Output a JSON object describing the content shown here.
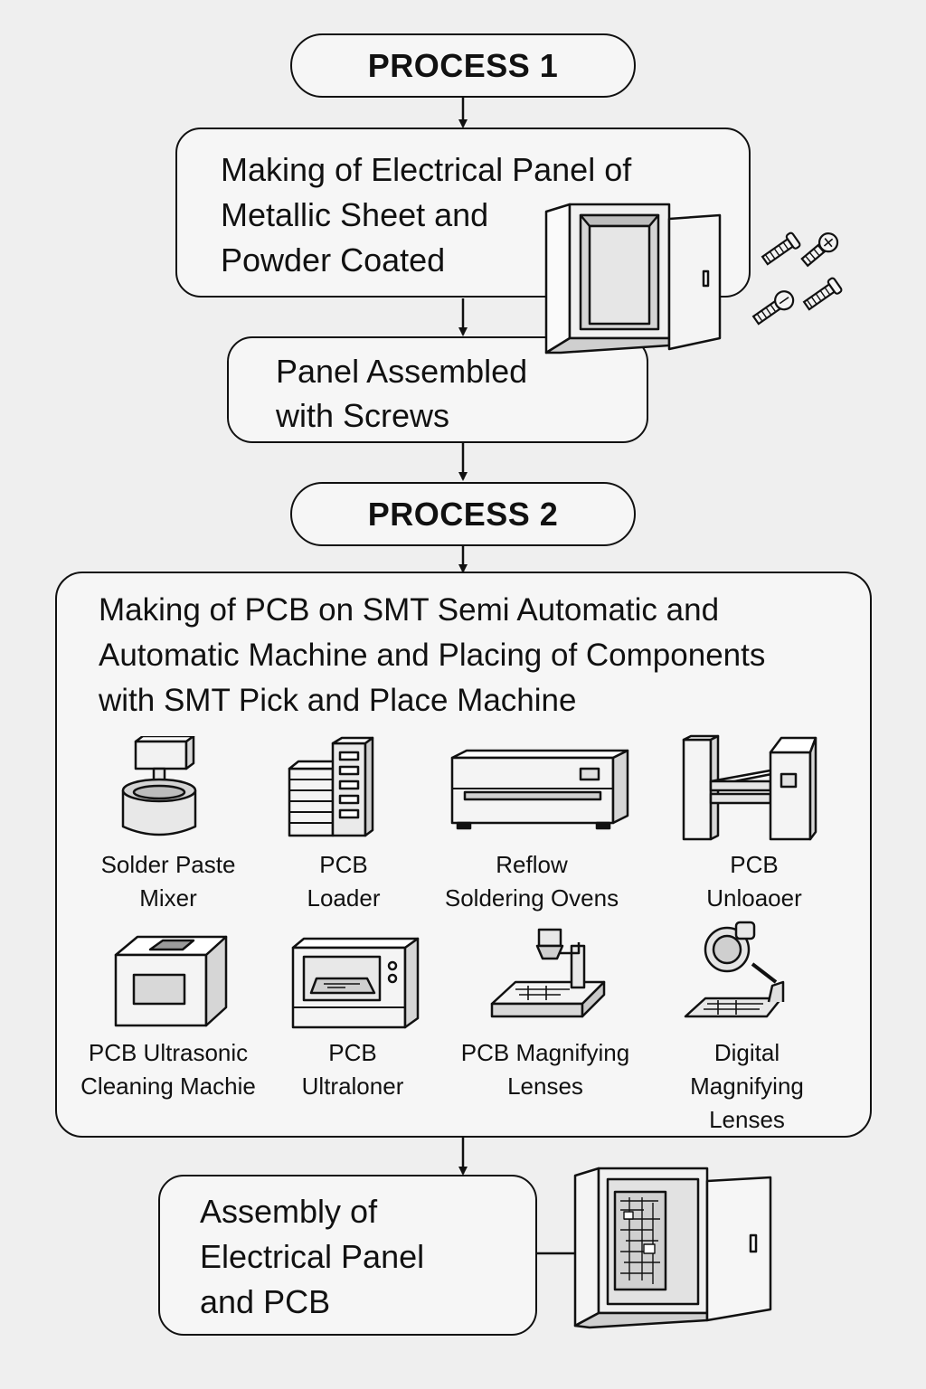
{
  "process1": {
    "header": "PROCESS 1",
    "step1_lines": [
      "Making of Electrical Panel of",
      "Metallic Sheet and",
      "Powder Coated"
    ],
    "step2_lines": [
      "Panel Assembled",
      "with Screws"
    ]
  },
  "process2": {
    "header": "PROCESS 2",
    "title_lines": [
      "Making of PCB on SMT Semi Automatic and",
      "Automatic Machine and Placing of Components",
      "with SMT Pick and Place Machine"
    ],
    "machines_row1": [
      {
        "label": "Solder Paste\nMixer",
        "icon": "solder-paste-mixer-icon"
      },
      {
        "label": "PCB\nLoader",
        "icon": "pcb-loader-icon"
      },
      {
        "label": "Reflow\nSoldering Ovens",
        "icon": "reflow-oven-icon"
      },
      {
        "label": "PCB\nUnloaoer",
        "icon": "pcb-unloader-icon"
      }
    ],
    "machines_row2": [
      {
        "label": "PCB Ultrasonic\nCleaning Machie",
        "icon": "ultrasonic-cleaner-icon"
      },
      {
        "label": "PCB\nUltraloner",
        "icon": "pcb-ultraloner-icon"
      },
      {
        "label": "PCB Magnifying\nLenses",
        "icon": "magnifying-lens-icon"
      },
      {
        "label": "Digital\nMagnifying\nLenses",
        "icon": "digital-magnifier-icon"
      }
    ]
  },
  "final": {
    "lines": [
      "Assembly of",
      "Electrical Panel",
      "and PCB"
    ]
  }
}
